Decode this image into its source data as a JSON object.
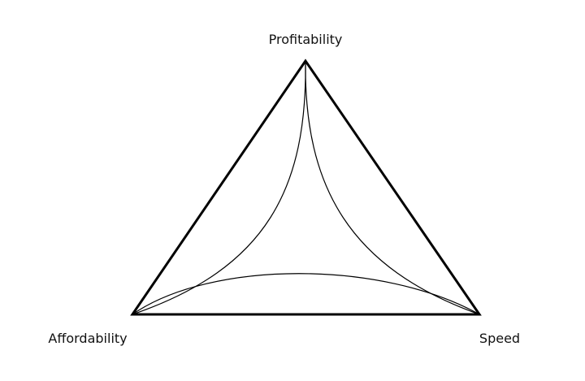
{
  "diagram": {
    "labels": {
      "top": "Profitability",
      "bottom_left": "Affordability",
      "bottom_right": "Speed"
    },
    "colors": {
      "stroke": "#000000",
      "text": "#111111",
      "background": "#ffffff"
    }
  }
}
